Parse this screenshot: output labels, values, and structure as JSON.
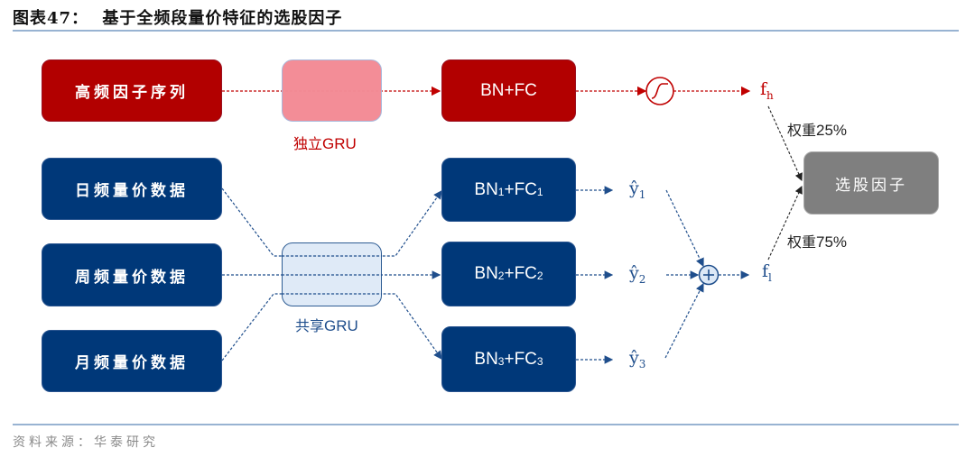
{
  "header": {
    "figure_label": "图表47：",
    "title": "基于全频段量价特征的选股因子"
  },
  "inputs": {
    "high_freq": "高频因子序列",
    "daily": "日频量价数据",
    "weekly": "周频量价数据",
    "monthly": "月频量价数据"
  },
  "gru": {
    "independent_cn": "独立",
    "independent_en": "GRU",
    "shared_cn": "共享",
    "shared_en": "GRU"
  },
  "heads": {
    "high": "BN+FC",
    "h1": {
      "bn": "BN",
      "bn_sub": "1",
      "plus": "+FC",
      "fc_sub": "1"
    },
    "h2": {
      "bn": "BN",
      "bn_sub": "2",
      "plus": "+FC",
      "fc_sub": "2"
    },
    "h3": {
      "bn": "BN",
      "bn_sub": "3",
      "plus": "+FC",
      "fc_sub": "3"
    }
  },
  "outputs": {
    "y1": {
      "base": "ŷ",
      "sub": "1"
    },
    "y2": {
      "base": "ŷ",
      "sub": "2"
    },
    "y3": {
      "base": "ŷ",
      "sub": "3"
    },
    "fh": {
      "base": "f",
      "sub": "h"
    },
    "fl": {
      "base": "f",
      "sub": "l"
    },
    "sigmoid_icon": "sigmoid-icon",
    "sum_icon": "plus-icon"
  },
  "weights": {
    "w_high_cn": "权重",
    "w_high_val": "25%",
    "w_low_cn": "权重",
    "w_low_val": "75%"
  },
  "final": "选股因子",
  "footer": {
    "source": "资料来源：华泰研究"
  },
  "colors": {
    "red": "#b20000",
    "blue": "#003879",
    "pink": "#f38b95",
    "shared_fill": "#dce8f6",
    "gray": "#7f7f7f",
    "rule": "#98b3d2"
  }
}
